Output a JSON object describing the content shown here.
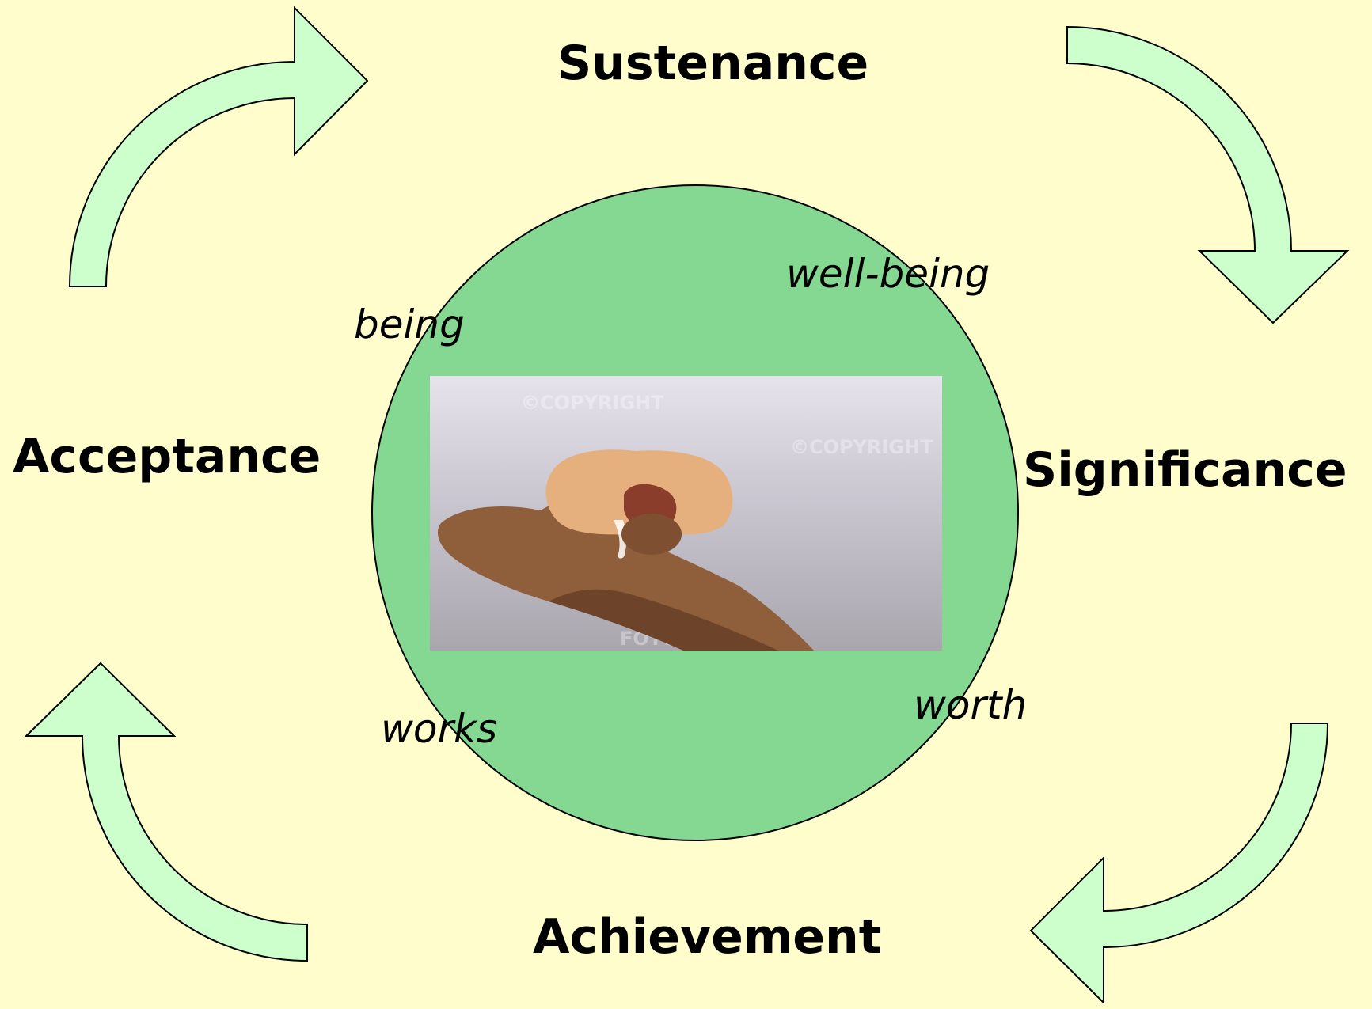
{
  "colors": {
    "background": "#FFFDCC",
    "arrow_fill": "#CCFFCC",
    "circle_fill": "#85D891",
    "outline": "#000000"
  },
  "cycle": {
    "top": "Sustenance",
    "right": "Significance",
    "bottom": "Achievement",
    "left": "Acceptance"
  },
  "center": {
    "upper_left": "being",
    "upper_right": "well-being",
    "lower_left": "works",
    "lower_right": "worth"
  },
  "photo": {
    "description_icon": "hand-holding-bitten-pastry-photo",
    "watermarks": [
      "©COPYRIGHT",
      "FOTOSEARCH"
    ]
  }
}
